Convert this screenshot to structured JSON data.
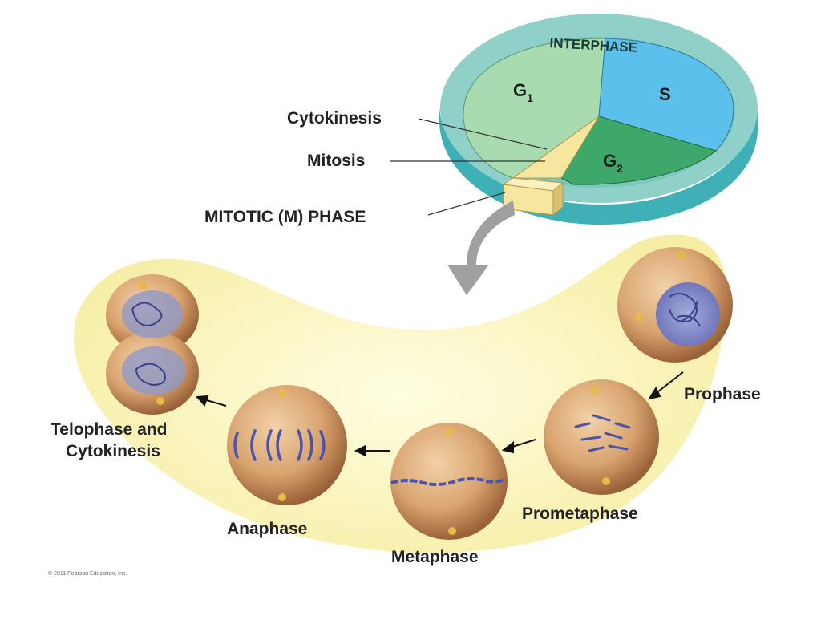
{
  "wheel": {
    "title": "INTERPHASE",
    "g1": "G",
    "g1_sub": "1",
    "s": "S",
    "g2": "G",
    "g2_sub": "2"
  },
  "labels": {
    "cytokinesis": "Cytokinesis",
    "mitosis": "Mitosis",
    "mitotic_phase": "MITOTIC (M) PHASE"
  },
  "stages": {
    "prophase": "Prophase",
    "prometaphase": "Prometaphase",
    "metaphase": "Metaphase",
    "anaphase": "Anaphase",
    "telophase_line1": "Telophase and",
    "telophase_line2": "Cytokinesis"
  },
  "copyright": "© 2011 Pearson Education, Inc.",
  "colors": {
    "g1": "#a8dcb0",
    "s": "#5bc0ec",
    "g2": "#3ea86a",
    "interphase_ring": "#8fd0c8",
    "m_phase": "#f5e6a0",
    "band": "#fbf6c4",
    "cell": "#d9a470",
    "chromosome": "#5a66b8"
  }
}
